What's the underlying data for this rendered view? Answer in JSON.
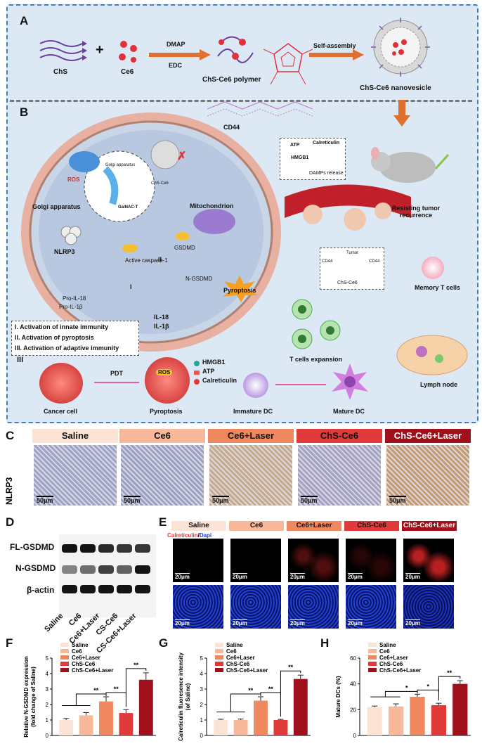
{
  "panels": {
    "A": "A",
    "B": "B",
    "C": "C",
    "D": "D",
    "E": "E",
    "F": "F",
    "G": "G",
    "H": "H"
  },
  "panel_a": {
    "chs": "ChS",
    "plus": "+",
    "ce6": "Ce6",
    "dmap": "DMAP",
    "edc": "EDC",
    "polymer": "ChS-Ce6 polymer",
    "self_assembly": "Self-assembly",
    "nanovesicle": "ChS-Ce6 nanovesicle"
  },
  "panel_b": {
    "cd44": "CD44",
    "ros": "ROS",
    "golgi_label": "Golgi apparatus",
    "golgi_inner": "Golgi apparatus",
    "galnac": "GalNAC-T",
    "chs_ce6_inner": "ChS-Ce6",
    "mitochondrion": "Mitochondrion",
    "nlrp3": "NLRP3",
    "active_caspase": "Active caspase-1",
    "gsdmd": "GSDMD",
    "n_gsdmd": "N-GSDMD",
    "pyroptosis": "Pyroptosis",
    "pro_il18": "Pro-IL-18",
    "pro_il1b": "Pro-IL-1β",
    "il18": "IL-18",
    "il1b": "IL-1β",
    "roman_i": "I",
    "roman_ii": "II",
    "roman_iii": "III",
    "legend_i": "I. Activation of innate immunity",
    "legend_ii": "II. Activation of pyroptosis",
    "legend_iii": "III. Activation of adaptive immunity",
    "atp": "ATP",
    "calreticulin": "Calreticulin",
    "hmgb1": "HMGB1",
    "damps": "DAMPs release",
    "tumor": "Tumor",
    "cd44_l": "CD44",
    "cd44_r": "CD44",
    "chs_ce6_mem": "ChS-Ce6",
    "resisting": "Resisting tumor recurrence",
    "memory": "Memory T cells",
    "expansion": "T cells expansion",
    "lymph": "Lymph node",
    "pdt": "PDT",
    "cancer": "Cancer cell",
    "pyroptosis_cell": "Pyroptosis",
    "ros_cell": "ROS",
    "hmgb1_b": "HMGB1",
    "atp_b": "ATP",
    "calreticulin_b": "Calreticulin",
    "immature": "Immature DC",
    "mature": "Mature DC"
  },
  "panel_c": {
    "headers": [
      "Saline",
      "Ce6",
      "Ce6+Laser",
      "ChS-Ce6",
      "ChS-Ce6+Laser"
    ],
    "header_colors": [
      "#fbe3d6",
      "#f7b99a",
      "#f0885f",
      "#e03a3a",
      "#a0101a"
    ],
    "header_text_colors": [
      "#111",
      "#111",
      "#111",
      "#111",
      "#fff"
    ],
    "row_label": "NLRP3",
    "scale": "50μm"
  },
  "panel_d": {
    "rows": [
      "FL-GSDMD",
      "N-GSDMD",
      "β-actin"
    ],
    "lanes": [
      "Saline",
      "Ce6",
      "Ce6+Laser",
      "CS-Ce6",
      "CS-Ce6+Laser"
    ]
  },
  "panel_e": {
    "headers": [
      "Saline",
      "Ce6",
      "Ce6+Laser",
      "ChS-Ce6",
      "ChS-Ce6+Laser"
    ],
    "stain_red": "Calreticulin",
    "stain_sep": "/",
    "stain_blue": "Dapi",
    "scale": "20μm"
  },
  "chart_data": [
    {
      "type": "bar",
      "panel": "F",
      "categories": [
        "Saline",
        "Ce6",
        "Ce6+Laser",
        "ChS-Ce6",
        "ChS-Ce6+Laser"
      ],
      "values": [
        1.0,
        1.3,
        2.2,
        1.45,
        3.6
      ],
      "errors": [
        0.1,
        0.18,
        0.3,
        0.22,
        0.45
      ],
      "ylabel": "Relative N-GSDMD expression (fold change of Saline)",
      "ylabel_line1": "Relative N-GSDMD expression",
      "ylabel_line2": "(fold change of Saline)",
      "ylim": [
        0,
        5
      ],
      "yticks": [
        0,
        1,
        2,
        3,
        4,
        5
      ],
      "significance": [
        "**",
        "**",
        "**"
      ],
      "colors": [
        "#fbe3d6",
        "#f7b99a",
        "#f0885f",
        "#e03a3a",
        "#a0101a"
      ]
    },
    {
      "type": "bar",
      "panel": "G",
      "categories": [
        "Saline",
        "Ce6",
        "Ce6+Laser",
        "ChS-Ce6",
        "ChS-Ce6+Laser"
      ],
      "values": [
        1.0,
        1.0,
        2.25,
        1.0,
        3.65
      ],
      "errors": [
        0.05,
        0.06,
        0.25,
        0.04,
        0.25
      ],
      "ylabel": "Calreticulin fluoresence intensity (of Saline)",
      "ylabel_line1": "Calreticulin fluoresence intensity",
      "ylabel_line2": "(of Saline)",
      "ylim": [
        0,
        5
      ],
      "yticks": [
        0,
        1,
        2,
        3,
        4,
        5
      ],
      "significance": [
        "**",
        "**",
        "**"
      ],
      "colors": [
        "#fbe3d6",
        "#f7b99a",
        "#f0885f",
        "#e03a3a",
        "#a0101a"
      ]
    },
    {
      "type": "bar",
      "panel": "H",
      "categories": [
        "Saline",
        "Ce6",
        "Ce6+Laser",
        "ChS-Ce6",
        "ChS-Ce6+Laser"
      ],
      "values": [
        22,
        22.5,
        30,
        23.5,
        40
      ],
      "errors": [
        0.8,
        2,
        2,
        1.5,
        2.5
      ],
      "ylabel": "Mature DCs (%)",
      "ylim": [
        0,
        60
      ],
      "yticks": [
        0,
        20,
        40,
        60
      ],
      "significance": [
        "*",
        "*",
        "**"
      ],
      "colors": [
        "#fbe3d6",
        "#f7b99a",
        "#f0885f",
        "#e03a3a",
        "#a0101a"
      ]
    }
  ]
}
